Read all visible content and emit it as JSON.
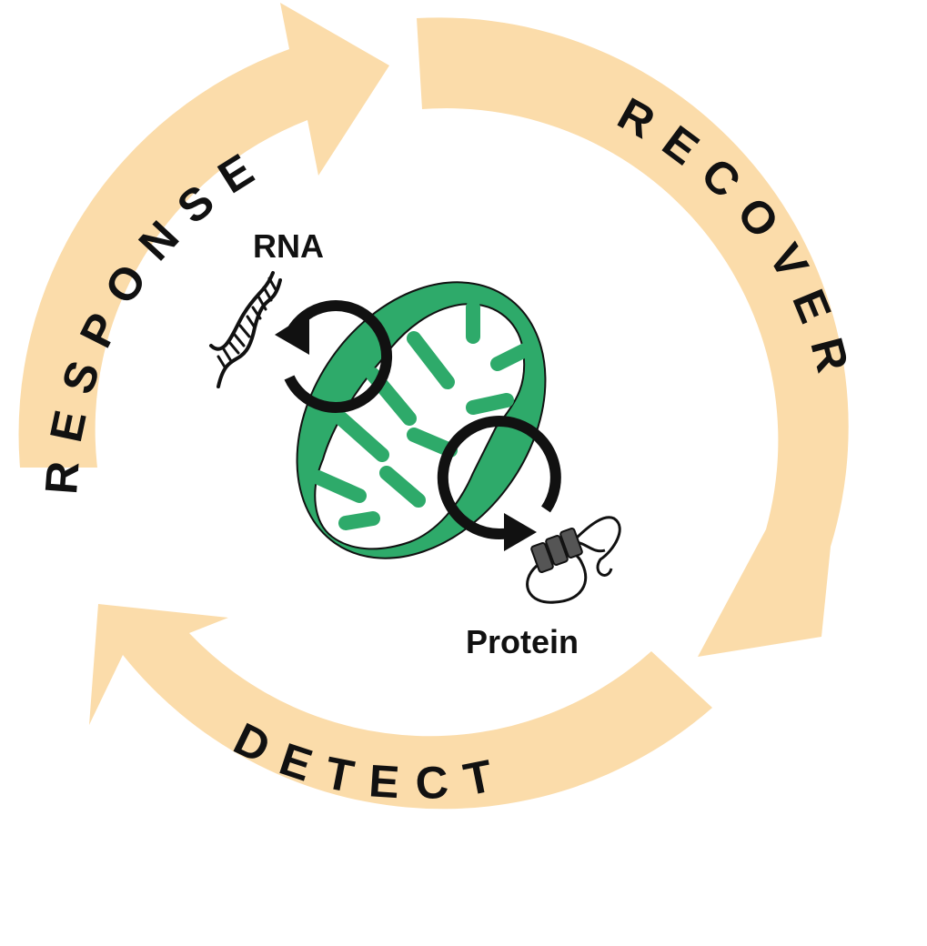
{
  "cycle": {
    "stages": [
      {
        "id": "response",
        "label": "RESPONSE"
      },
      {
        "id": "recover",
        "label": "RECOVER"
      },
      {
        "id": "detect",
        "label": "DETECT"
      }
    ]
  },
  "molecules": {
    "rna_label": "RNA",
    "protein_label": "Protein"
  },
  "colors": {
    "cycle_arrow": "#fbdcaa",
    "mitochondrion": "#2eaa6a",
    "outline": "#111111",
    "text": "#111111"
  }
}
